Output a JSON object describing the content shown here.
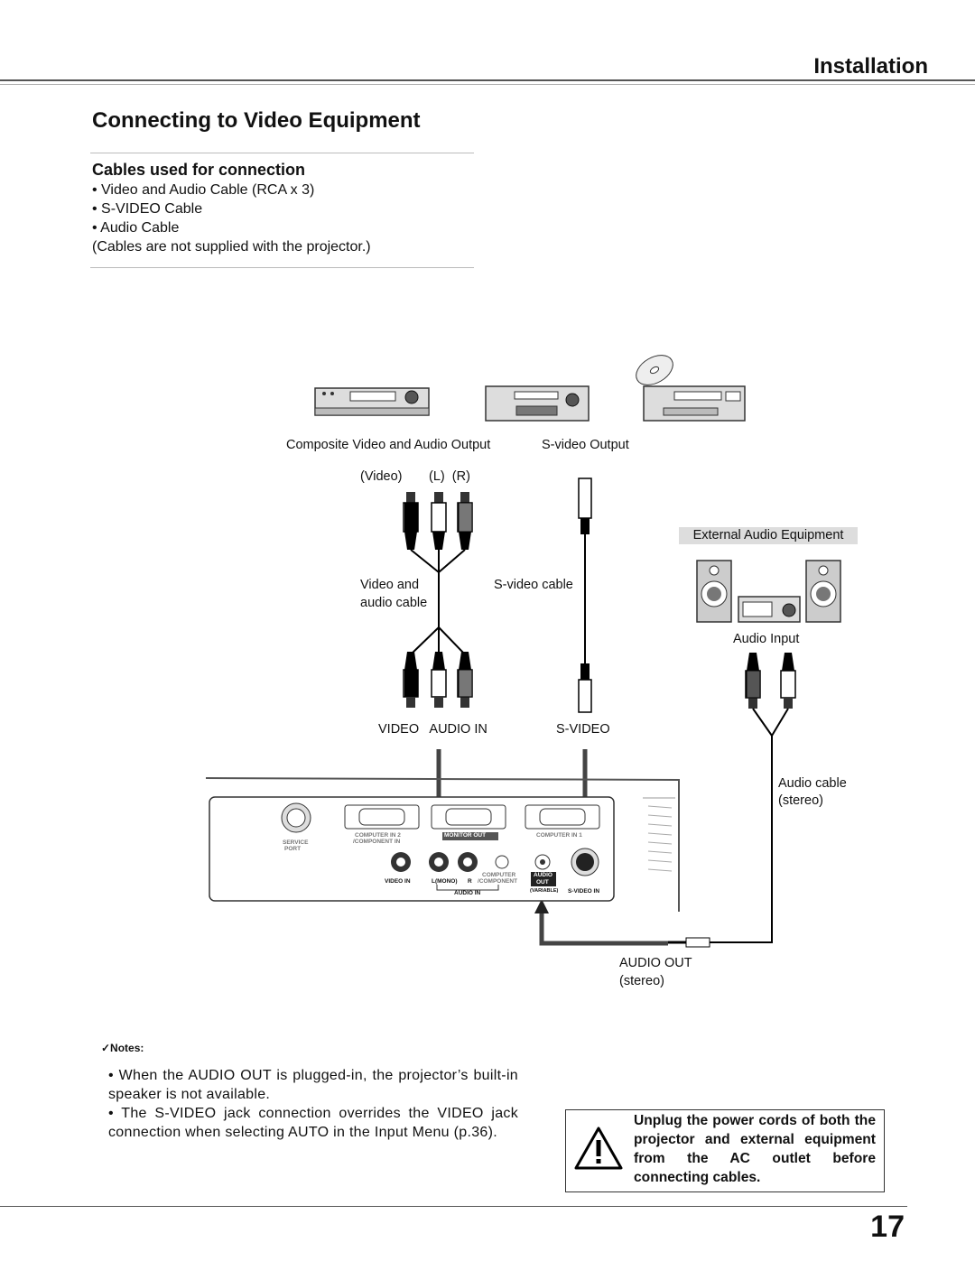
{
  "header": {
    "section": "Installation"
  },
  "page": {
    "title": "Connecting to Video Equipment",
    "number": "17"
  },
  "cables": {
    "heading": "Cables used for connection",
    "items": [
      "• Video and Audio Cable (RCA x 3)",
      "• S-VIDEO Cable",
      "• Audio Cable"
    ],
    "note": "(Cables are not supplied with the projector.)"
  },
  "diagram": {
    "composite_output": "Composite Video and Audio Output",
    "svideo_output": "S-video Output",
    "video": "(Video)",
    "lr": "(L)  (R)",
    "external_audio": "External Audio Equipment",
    "va_cable_1": "Video and",
    "va_cable_2": "audio cable",
    "svideo_cable": "S-video cable",
    "audio_input": "Audio Input",
    "video_audio_in": "VIDEO   AUDIO IN",
    "svideo": "S-VIDEO",
    "audio_cable_1": "Audio cable",
    "audio_cable_2": "(stereo)",
    "audio_out_1": "AUDIO OUT",
    "audio_out_2": "(stereo)",
    "panel": {
      "service_1": "SERVICE",
      "service_2": "PORT",
      "comp_in2_1": "COMPUTER IN 2",
      "comp_in2_2": "/COMPONENT IN",
      "monitor_out": "MONITOR OUT",
      "comp_in1": "COMPUTER IN 1",
      "video_in": "VIDEO IN",
      "l_mono": "L(MONO)",
      "r": "R",
      "computer_1": "COMPUTER",
      "computer_2": "/COMPONENT",
      "audio_in": "AUDIO IN",
      "audio_box": "AUDIO",
      "out_box": "OUT",
      "variable": "(VARIABLE)",
      "svideo_in": "S-VIDEO IN"
    }
  },
  "notes": {
    "title": "✓Notes:",
    "items": [
      "• When the AUDIO OUT is plugged-in, the projector’s built-in speaker is not available.",
      "• The S-VIDEO jack connection overrides the VIDEO jack connection when selecting AUTO in the Input Menu (p.36)."
    ]
  },
  "warning": {
    "text": "Unplug the power cords of both the projector and external equipment from the AC outlet before connecting cables."
  }
}
